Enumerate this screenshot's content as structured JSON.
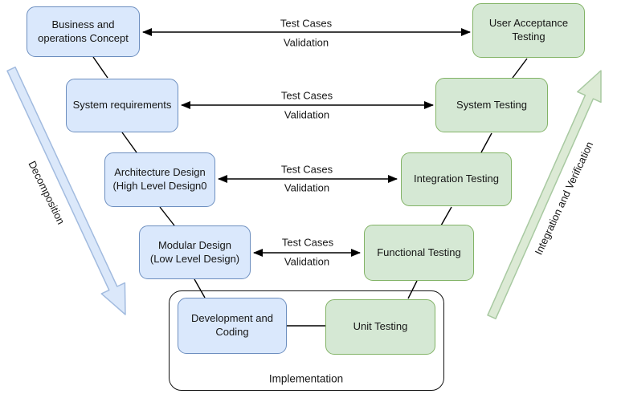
{
  "diagram": {
    "type": "v-model",
    "left_column": [
      {
        "label": "Business and\noperations Concept"
      },
      {
        "label": "System requirements"
      },
      {
        "label": "Architecture Design\n(High Level Design0"
      },
      {
        "label": "Modular Design\n(Low Level Design)"
      },
      {
        "label": "Development and\nCoding"
      }
    ],
    "right_column": [
      {
        "label": "User Acceptance\nTesting"
      },
      {
        "label": "System Testing"
      },
      {
        "label": "Integration Testing"
      },
      {
        "label": "Functional Testing"
      },
      {
        "label": "Unit Testing"
      }
    ],
    "links": [
      {
        "top": "Test Cases",
        "bottom": "Validation"
      },
      {
        "top": "Test Cases",
        "bottom": "Validation"
      },
      {
        "top": "Test Cases",
        "bottom": "Validation"
      },
      {
        "top": "Test Cases",
        "bottom": "Validation"
      }
    ],
    "side_arrows": {
      "left_label": "Decomposition",
      "right_label": "Integration and Verification"
    },
    "implementation_group": {
      "label": "Implementation"
    },
    "colors": {
      "left_node_fill": "#dae8fc",
      "left_node_border": "#6c8ebf",
      "right_node_fill": "#d5e8d4",
      "right_node_border": "#82b366",
      "left_arrow_fill": "#dbe8fa",
      "left_arrow_border": "#a2bbdf",
      "right_arrow_fill": "#dcead5",
      "right_arrow_border": "#a8c9a1",
      "line_color": "#000000"
    }
  }
}
